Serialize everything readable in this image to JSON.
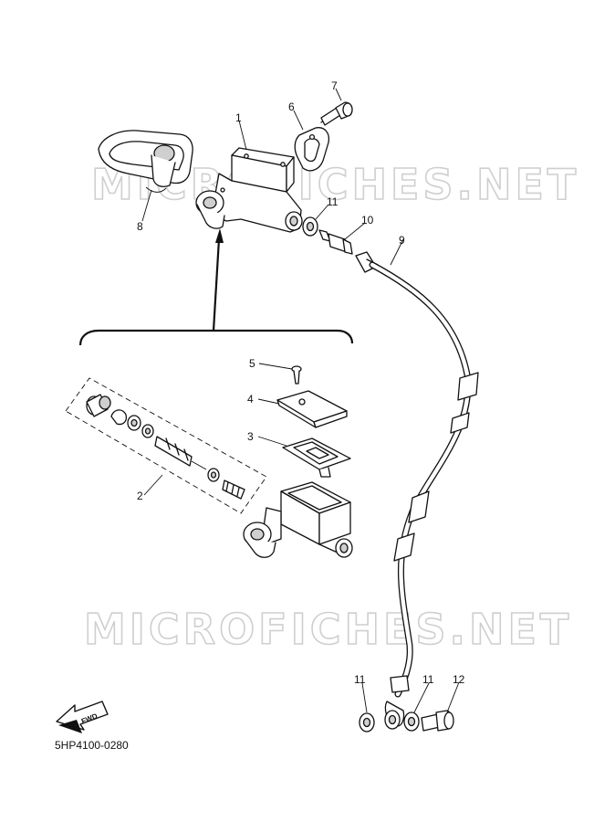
{
  "watermark": {
    "top_text": "MICROFICHES.NET",
    "bottom_text": "MICROFICHES.NET"
  },
  "callouts": {
    "p1": "1",
    "p2": "2",
    "p3": "3",
    "p4": "4",
    "p5": "5",
    "p6": "6",
    "p7": "7",
    "p8": "8",
    "p9": "9",
    "p10": "10",
    "p11_top": "11",
    "p11_bottom_left": "11",
    "p11_bottom_right": "11",
    "p12": "12"
  },
  "fwd_label": "FWD",
  "diagram_code": "5HP4100-0280",
  "icons": {
    "direction": "fwd-arrow-icon"
  }
}
